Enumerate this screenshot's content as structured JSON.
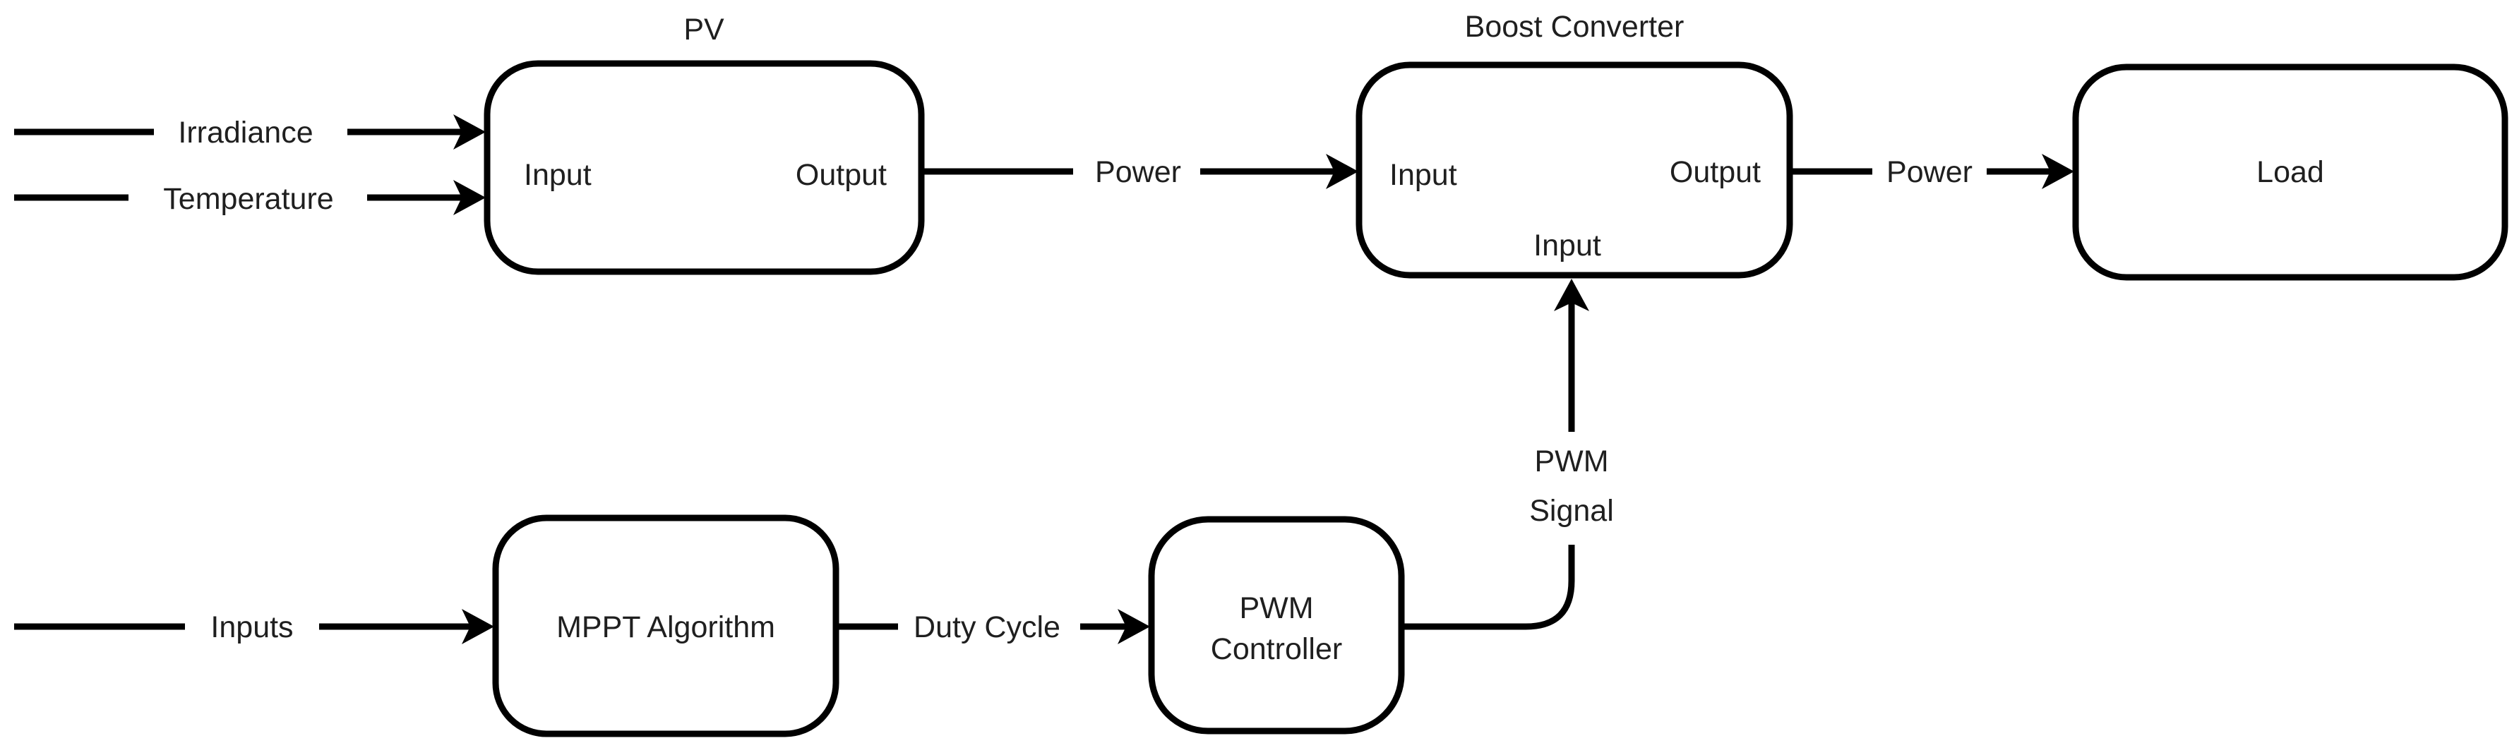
{
  "diagram": {
    "colors": {
      "line": "#000000",
      "text": "#1f1f1f",
      "block_fill": "#ffffff",
      "background": "#ffffff"
    },
    "blocks": {
      "pv": {
        "title": "PV",
        "input": "Input",
        "output": "Output"
      },
      "boost_converter": {
        "title": "Boost Converter",
        "input": "Input",
        "output": "Output",
        "bottom_input": "Input"
      },
      "load": {
        "label": "Load"
      },
      "mppt_algorithm": {
        "label": "MPPT Algorithm"
      },
      "pwm_controller": {
        "label_line1": "PWM",
        "label_line2": "Controller"
      }
    },
    "edges": {
      "irradiance": "Irradiance",
      "temperature": "Temperature",
      "power_pv_to_boost": "Power",
      "power_boost_to_load": "Power",
      "inputs": "Inputs",
      "duty_cycle": "Duty Cycle",
      "pwm_signal_line1": "PWM",
      "pwm_signal_line2": "Signal"
    }
  }
}
